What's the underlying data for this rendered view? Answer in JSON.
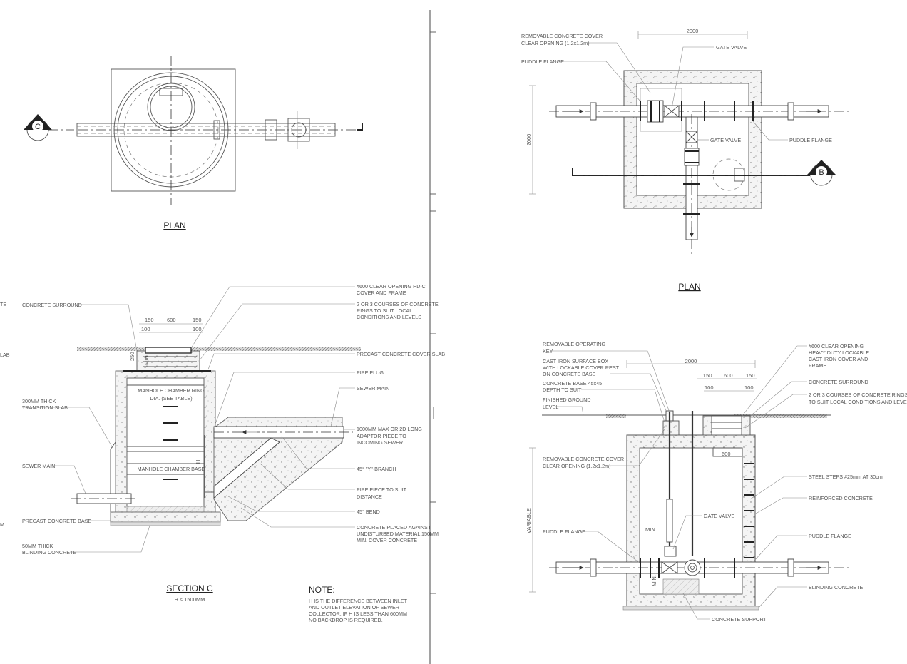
{
  "left_plan": {
    "title": "PLAN",
    "section_marker": "C"
  },
  "section_c": {
    "title": "SECTION C",
    "subtitle": "H ≤ 1500MM",
    "dims": [
      "150",
      "600",
      "150",
      "100",
      "100",
      "250",
      "MIN."
    ],
    "labels": {
      "concrete_surround": "CONCRETE SURROUND",
      "transition_slab": [
        "300MM THICK",
        "TRANSITION SLAB"
      ],
      "sewer_main_left": "SEWER MAIN",
      "precast_base": "PRECAST CONCRETE BASE",
      "blinding": [
        "50MM THICK",
        "BLINDING CONCRETE"
      ],
      "chamber_ring": [
        "MANHOLE CHAMBER RING",
        "DIA. (SEE TABLE)"
      ],
      "chamber_base": "MANHOLE CHAMBER BASE",
      "cover_frame": [
        "#600 CLEAR OPENING HD CI",
        "COVER AND FRAME"
      ],
      "courses": [
        "2 OR 3 COURSES OF CONCRETE",
        "RINGS TO SUIT LOCAL",
        "CONDITIONS AND LEVELS"
      ],
      "cover_slab": "PRECAST CONCRETE COVER SLAB",
      "pipe_plug": "PIPE PLUG",
      "sewer_main_right": "SEWER MAIN",
      "adaptor": [
        "1000MM MAX OR 2D LONG",
        "ADAPTOR PIECE TO",
        "INCOMING SEWER"
      ],
      "y_branch": "45° \"Y\"-BRANCH",
      "pipe_piece": [
        "PIPE PIECE TO SUIT",
        "DISTANCE"
      ],
      "bend": "45° BEND",
      "concrete_placed": [
        "CONCRETE PLACED AGAINST",
        "UNDISTURBED MATERIAL 150MM",
        "MIN. COVER CONCRETE"
      ],
      "edge_clips": [
        "TE",
        "LAB",
        "M"
      ]
    }
  },
  "note": {
    "title": "NOTE:",
    "lines": [
      "H IS THE DIFFERENCE BETWEEN INLET",
      "AND OUTLET ELEVATION OF SEWER",
      "COLLECTOR, IF H IS LESS THAN 600MM",
      "NO BACKDROP IS REQUIRED."
    ]
  },
  "right_plan": {
    "title": "PLAN",
    "section_marker": "B",
    "dim_width": "2000",
    "dim_height": "2000",
    "labels": {
      "cover": [
        "REMOVABLE CONCRETE COVER",
        "CLEAR OPENING (1.2x1.2m)"
      ],
      "puddle_left": "PUDDLE FLANGE",
      "gate_valve_top": "GATE VALVE",
      "gate_valve_mid": "GATE VALVE",
      "puddle_right": "PUDDLE FLANGE"
    }
  },
  "section_b": {
    "dim_width": "2000",
    "dim_variable": "VARIABLE",
    "dims": [
      "150",
      "600",
      "150",
      "100",
      "100",
      "600"
    ],
    "labels": {
      "operating_key": [
        "REMOVABLE OPERATING",
        "KEY"
      ],
      "surface_box": [
        "CAST IRON SURFACE BOX",
        "WITH  LOCKABLE COVER REST",
        "ON CONCRETE BASE"
      ],
      "concrete_base": [
        "CONCRETE BASE 45x45",
        "DEPTH TO SUIT"
      ],
      "ground_level": [
        "FINISHED GROUND",
        "LEVEL"
      ],
      "cover": [
        "REMOVABLE CONCRETE COVER",
        "CLEAR OPENING (1.2x1.2m)"
      ],
      "puddle_left": "PUDDLE FLANGE",
      "gate_valve": "GATE VALVE",
      "concrete_support": "CONCRETE SUPPORT",
      "opening": [
        "#600 CLEAR OPENING",
        "HEAVY DUTY LOCKABLE",
        "CAST IRON COVER AND",
        "FRAME"
      ],
      "concrete_surround": "CONCRETE SURROUND",
      "courses": [
        "2 OR 3 COURSES OF CONCRETE RINGS",
        "TO SUIT LOCAL CONDITIONS AND LEVELS"
      ],
      "steel_steps": "STEEL STEPS #25mm AT 30cm",
      "reinforced": "REINFORCED CONCRETE",
      "puddle_right": "PUDDLE FLANGE",
      "blinding": "BLINDING CONCRETE",
      "min_label": "MIN."
    }
  }
}
